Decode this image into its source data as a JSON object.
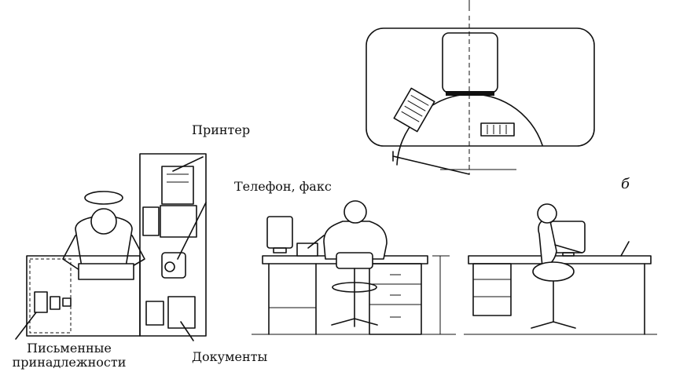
{
  "labels": {
    "printer": "Принтер",
    "phone_fax": "Телефон, факс",
    "stationery_line1": "Письменные",
    "stationery_line2": "принадлежности",
    "documents": "Документы"
  },
  "figure_letter": "б"
}
